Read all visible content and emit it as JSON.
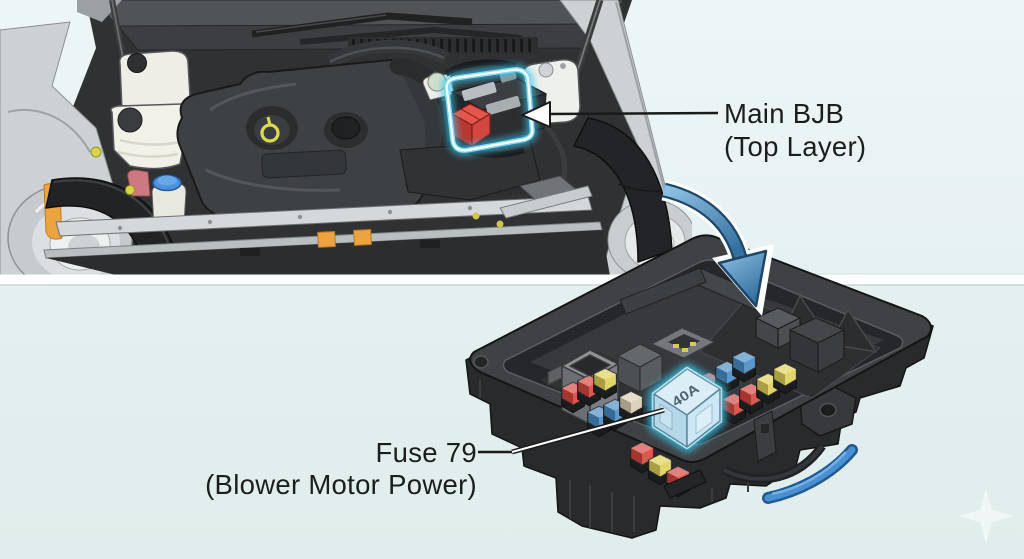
{
  "figure": {
    "type": "automotive-fuse-location-diagram",
    "labels": {
      "main_bjb": {
        "line1": "Main BJB",
        "line2": "(Top Layer)"
      },
      "fuse_79": {
        "line1": "Fuse 79",
        "line2": "(Blower Motor Power)"
      }
    },
    "fusebox": {
      "highlight_fuse": {
        "label": "40A",
        "glow_color": "#3ec9ef"
      },
      "mini_fuse_colors": [
        "red",
        "red",
        "yellow",
        "blue",
        "blue",
        "tan",
        "red",
        "yellow",
        "red",
        "red",
        "blue",
        "blue",
        "red",
        "red",
        "yellow",
        "yellow"
      ],
      "fuse_palette": {
        "red": "#d6483f",
        "yellow": "#dfd058",
        "blue": "#4a8ec5",
        "tan": "#dacfb5"
      }
    },
    "engine_bay": {
      "bjb_highlight_color": "#3ec9ef",
      "positive_terminal_color": "#d9453f",
      "washer_cap_color": "#4b93dc",
      "turn_signal_color": "#eca440"
    },
    "arrow_color": "#4a8cc2",
    "background": {
      "top": "#e9f3f5",
      "bottom": "#e2eeee",
      "divider": "#ffffff"
    }
  }
}
